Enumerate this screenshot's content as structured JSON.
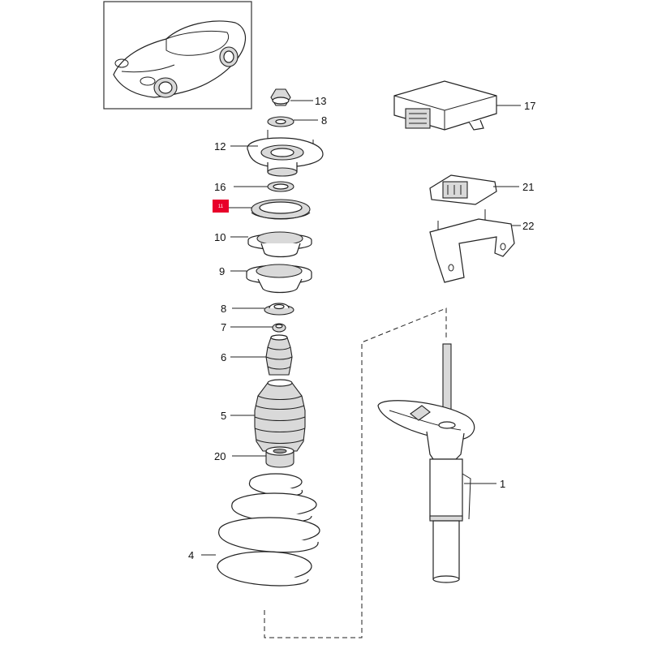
{
  "callouts": {
    "c1": "1",
    "c4": "4",
    "c5": "5",
    "c6": "6",
    "c7": "7",
    "c8a": "8",
    "c8b": "8",
    "c9": "9",
    "c10": "10",
    "c11": "11",
    "c12": "12",
    "c13": "13",
    "c16": "16",
    "c17": "17",
    "c20": "20",
    "c21": "21",
    "c22": "22"
  },
  "highlight": {
    "part": "11",
    "color": "#e8002a"
  },
  "colors": {
    "line": "#222222",
    "shade": "#d9d9d9",
    "frame": "#333333"
  }
}
